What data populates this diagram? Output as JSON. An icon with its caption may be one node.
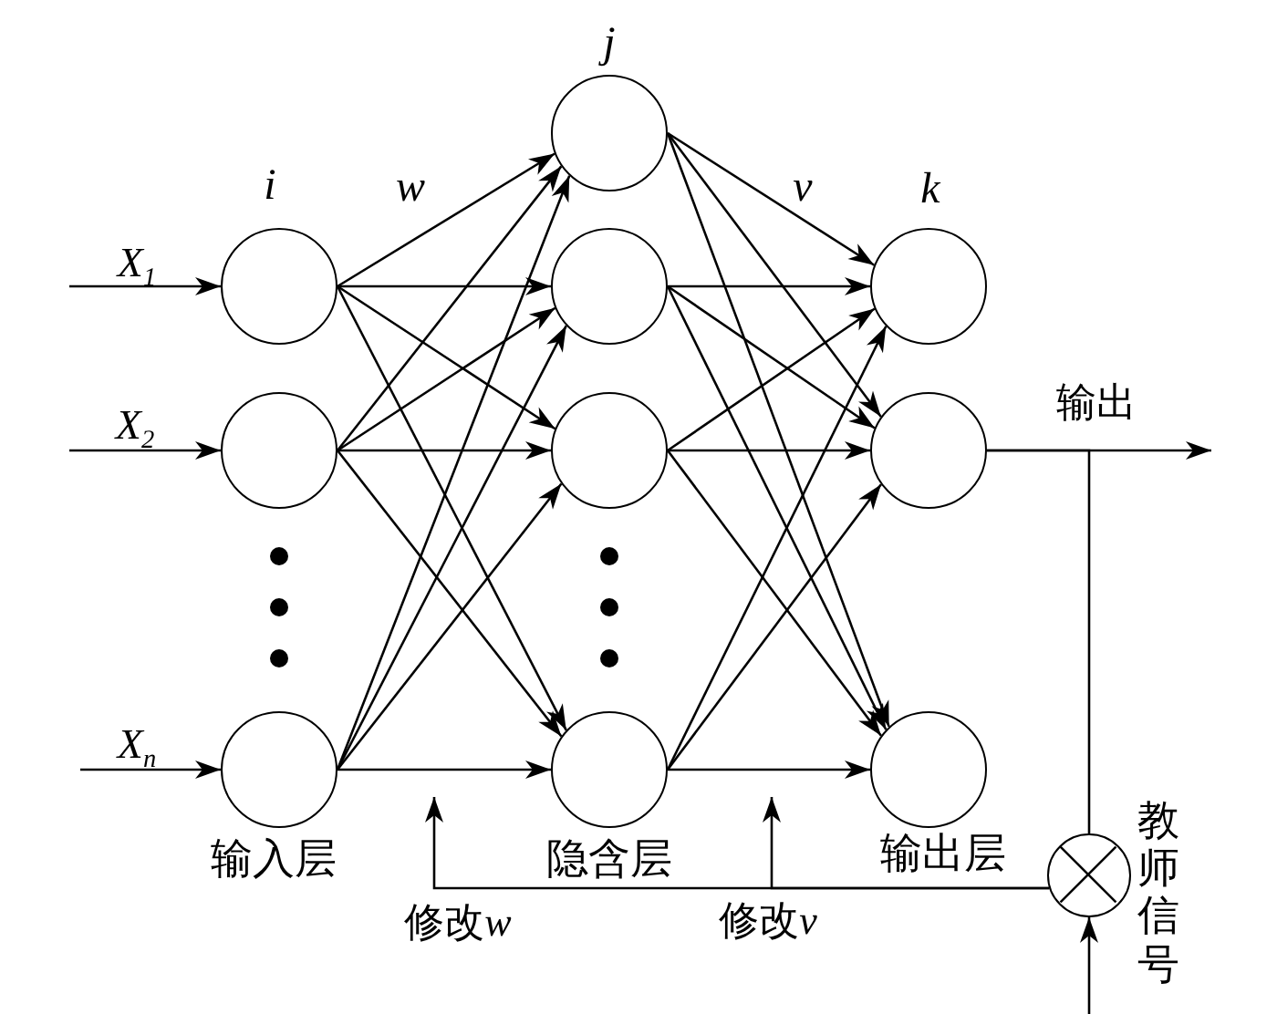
{
  "diagram": {
    "nodes": [
      {
        "text": [],
        "shape": "circle"
      },
      {
        "text": [],
        "shape": "circle"
      },
      {
        "text": [],
        "shape": "circle"
      },
      {
        "text": [],
        "shape": "circle"
      },
      {
        "text": [],
        "shape": "circle"
      },
      {
        "text": [],
        "shape": "circle"
      },
      {
        "text": [],
        "shape": "circle"
      },
      {
        "text": [],
        "shape": "circle"
      },
      {
        "text": [],
        "shape": "circle"
      },
      {
        "text": [],
        "shape": "circle"
      },
      {
        "text": [],
        "shape": "circle",
        "beside": [
          "教师信号"
        ]
      }
    ],
    "edges": [
      {
        "from": null,
        "to": 0,
        "arrow": "to",
        "label": "X$_{1}$"
      },
      {
        "from": null,
        "to": 1,
        "arrow": "to",
        "label": "X$_{2}$"
      },
      {
        "from": null,
        "to": 2,
        "arrow": "to",
        "label": "X$_{n}$"
      },
      {
        "from": 0,
        "to": 3,
        "arrow": "to"
      },
      {
        "from": 0,
        "to": 4,
        "arrow": "to"
      },
      {
        "from": 0,
        "to": 5,
        "arrow": "to"
      },
      {
        "from": 0,
        "to": 6,
        "arrow": "to"
      },
      {
        "from": 1,
        "to": 3,
        "arrow": "to"
      },
      {
        "from": 1,
        "to": 4,
        "arrow": "to"
      },
      {
        "from": 1,
        "to": 5,
        "arrow": "to"
      },
      {
        "from": 1,
        "to": 6,
        "arrow": "to"
      },
      {
        "from": 2,
        "to": 3,
        "arrow": "to"
      },
      {
        "from": 2,
        "to": 4,
        "arrow": "to"
      },
      {
        "from": 2,
        "to": 5,
        "arrow": "to"
      },
      {
        "from": 2,
        "to": 6,
        "arrow": "to"
      },
      {
        "from": 3,
        "to": 7,
        "arrow": "to"
      },
      {
        "from": 3,
        "to": 8,
        "arrow": "to"
      },
      {
        "from": 3,
        "to": 9,
        "arrow": "to"
      },
      {
        "from": 4,
        "to": 7,
        "arrow": "to"
      },
      {
        "from": 4,
        "to": 8,
        "arrow": "to"
      },
      {
        "from": 4,
        "to": 9,
        "arrow": "to"
      },
      {
        "from": 5,
        "to": 7,
        "arrow": "to"
      },
      {
        "from": 5,
        "to": 8,
        "arrow": "to"
      },
      {
        "from": 5,
        "to": 9,
        "arrow": "to"
      },
      {
        "from": 6,
        "to": 7,
        "arrow": "to"
      },
      {
        "from": 6,
        "to": 8,
        "arrow": "to"
      },
      {
        "from": 6,
        "to": 9,
        "arrow": "to"
      },
      {
        "from": 8,
        "to": null,
        "arrow": "to",
        "label": "输出"
      },
      {
        "from": 8,
        "to": 10,
        "arrow": "none"
      },
      {
        "from": null,
        "to": 10,
        "arrow": "to"
      },
      {
        "from": 10,
        "to": null,
        "arrow": "to",
        "label": "修改w"
      },
      {
        "from": 10,
        "to": null,
        "arrow": "to",
        "label": "修改v"
      }
    ],
    "labels": [
      "j",
      "i",
      "w",
      "v",
      "k",
      "输入层",
      "隐含层",
      "输出层"
    ]
  }
}
